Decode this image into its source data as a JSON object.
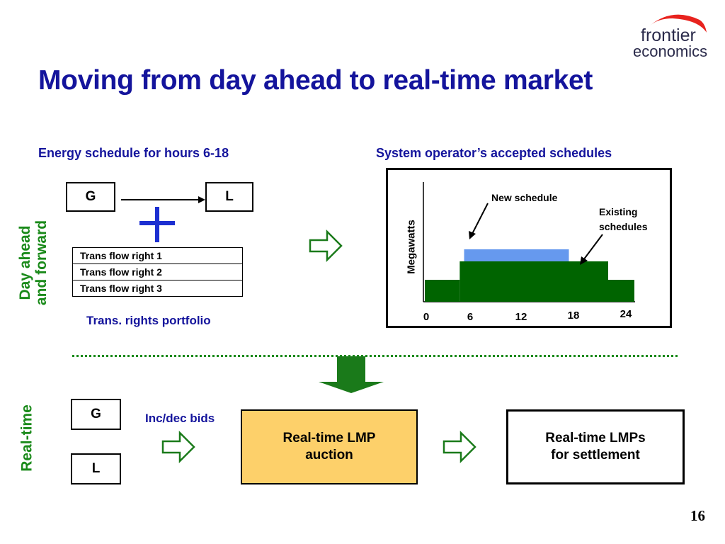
{
  "slide": {
    "title": "Moving from day ahead to real-time market",
    "page_number": "16",
    "logo": {
      "line1": "frontier",
      "line2": "economics"
    }
  },
  "day_ahead": {
    "section_label_line1": "Day ahead",
    "section_label_line2": "and forward",
    "energy_heading": "Energy schedule for hours 6-18",
    "g_label": "G",
    "l_label": "L",
    "trans_rights": [
      "Trans flow right 1",
      "Trans flow right 2",
      "Trans flow right 3"
    ],
    "portfolio_caption": "Trans. rights portfolio",
    "operator_heading": "System operator’s accepted schedules"
  },
  "chart_data": {
    "type": "area",
    "ylabel": "Megawatts",
    "x_ticks": [
      "0",
      "6",
      "12",
      "18",
      "24"
    ],
    "series": [
      {
        "name": "Existing schedules",
        "segments": [
          {
            "from": 0,
            "to": 4,
            "level": 1
          },
          {
            "from": 4,
            "to": 21,
            "level": 2
          },
          {
            "from": 21,
            "to": 24,
            "level": 1
          }
        ]
      },
      {
        "name": "New schedule",
        "segments": [
          {
            "from": 4.5,
            "to": 16.5,
            "level": 0.6
          }
        ]
      }
    ],
    "annotations": {
      "new": "New schedule",
      "existing_line1": "Existing",
      "existing_line2": "schedules"
    },
    "colors": {
      "existing": "#006400",
      "new": "#6699ee"
    }
  },
  "real_time": {
    "section_label": "Real-time",
    "g_label": "G",
    "l_label": "L",
    "bids_label": "Inc/dec bids",
    "auction_line1": "Real-time LMP",
    "auction_line2": "auction",
    "settlement_line1": "Real-time LMPs",
    "settlement_line2": "for settlement"
  },
  "colors": {
    "title": "#14149c",
    "section_label": "#1a8a1a",
    "auction_fill": "#fdd06a",
    "divider": "#1a8a1a"
  }
}
